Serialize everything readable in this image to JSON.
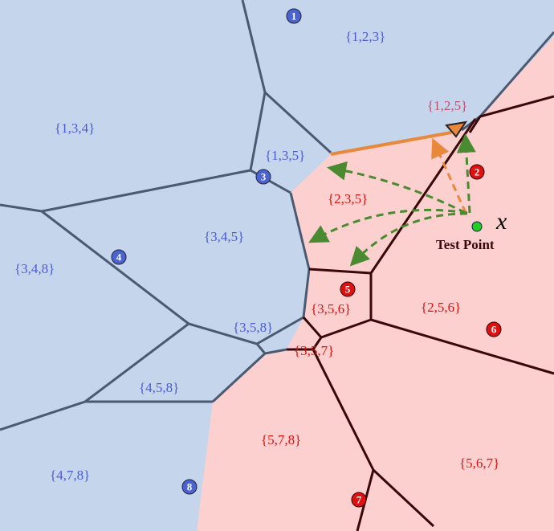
{
  "colors": {
    "blue_region": "#c5d5ec",
    "red_region": "#fdd0d0",
    "blue_text": "#4a5bd6",
    "red_text": "#e01010",
    "highlight_edge": "#e8883a",
    "arrow_green": "#4a8a30",
    "test_point": "#22cc22"
  },
  "regions": {
    "r123": "{1,2,3}",
    "r134": "{1,3,4}",
    "r135": "{1,3,5}",
    "r125": "{1,2,5}",
    "r235": "{2,3,5}",
    "r345": "{3,4,5}",
    "r348": "{3,4,8}",
    "r356": "{3,5,6}",
    "r256": "{2,5,6}",
    "r358": "{3,5,8}",
    "r357": "{3,5,7}",
    "r458": "{4,5,8}",
    "r578": "{5,7,8}",
    "r567": "{5,6,7}",
    "r478": "{4,7,8}"
  },
  "nodes": {
    "n1": "1",
    "n2": "2",
    "n3": "3",
    "n4": "4",
    "n5": "5",
    "n6": "6",
    "n7": "7",
    "n8": "8"
  },
  "test_point": {
    "symbol": "x",
    "label": "Test Point"
  }
}
